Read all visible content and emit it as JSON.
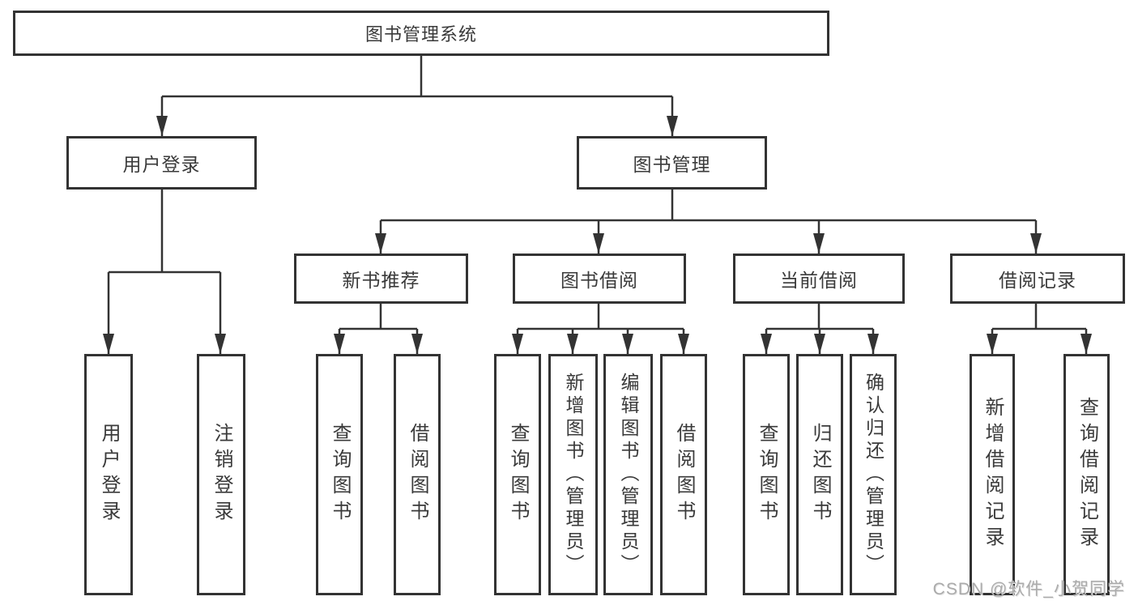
{
  "diagram": {
    "colors": {
      "line": "#333333",
      "box_border": "#333333",
      "text": "#3a3a3a",
      "background": "#ffffff",
      "watermark": "#ababab"
    },
    "tree": {
      "label": "图书管理系统",
      "children": [
        {
          "label": "用户登录",
          "children": [
            {
              "label": "用户登录"
            },
            {
              "label": "注销登录"
            }
          ]
        },
        {
          "label": "图书管理",
          "children": [
            {
              "label": "新书推荐",
              "children": [
                {
                  "label": "查询图书"
                },
                {
                  "label": "借阅图书"
                }
              ]
            },
            {
              "label": "图书借阅",
              "children": [
                {
                  "label": "查询图书"
                },
                {
                  "label": "新增图书（管理员）"
                },
                {
                  "label": "编辑图书（管理员）"
                },
                {
                  "label": "借阅图书"
                }
              ]
            },
            {
              "label": "当前借阅",
              "children": [
                {
                  "label": "查询图书"
                },
                {
                  "label": "归还图书"
                },
                {
                  "label": "确认归还（管理员）"
                }
              ]
            },
            {
              "label": "借阅记录",
              "children": [
                {
                  "label": "新增借阅记录"
                },
                {
                  "label": "查询借阅记录"
                }
              ]
            }
          ]
        }
      ]
    },
    "watermark": {
      "text": "CSDN @软件_小贺同学"
    }
  }
}
